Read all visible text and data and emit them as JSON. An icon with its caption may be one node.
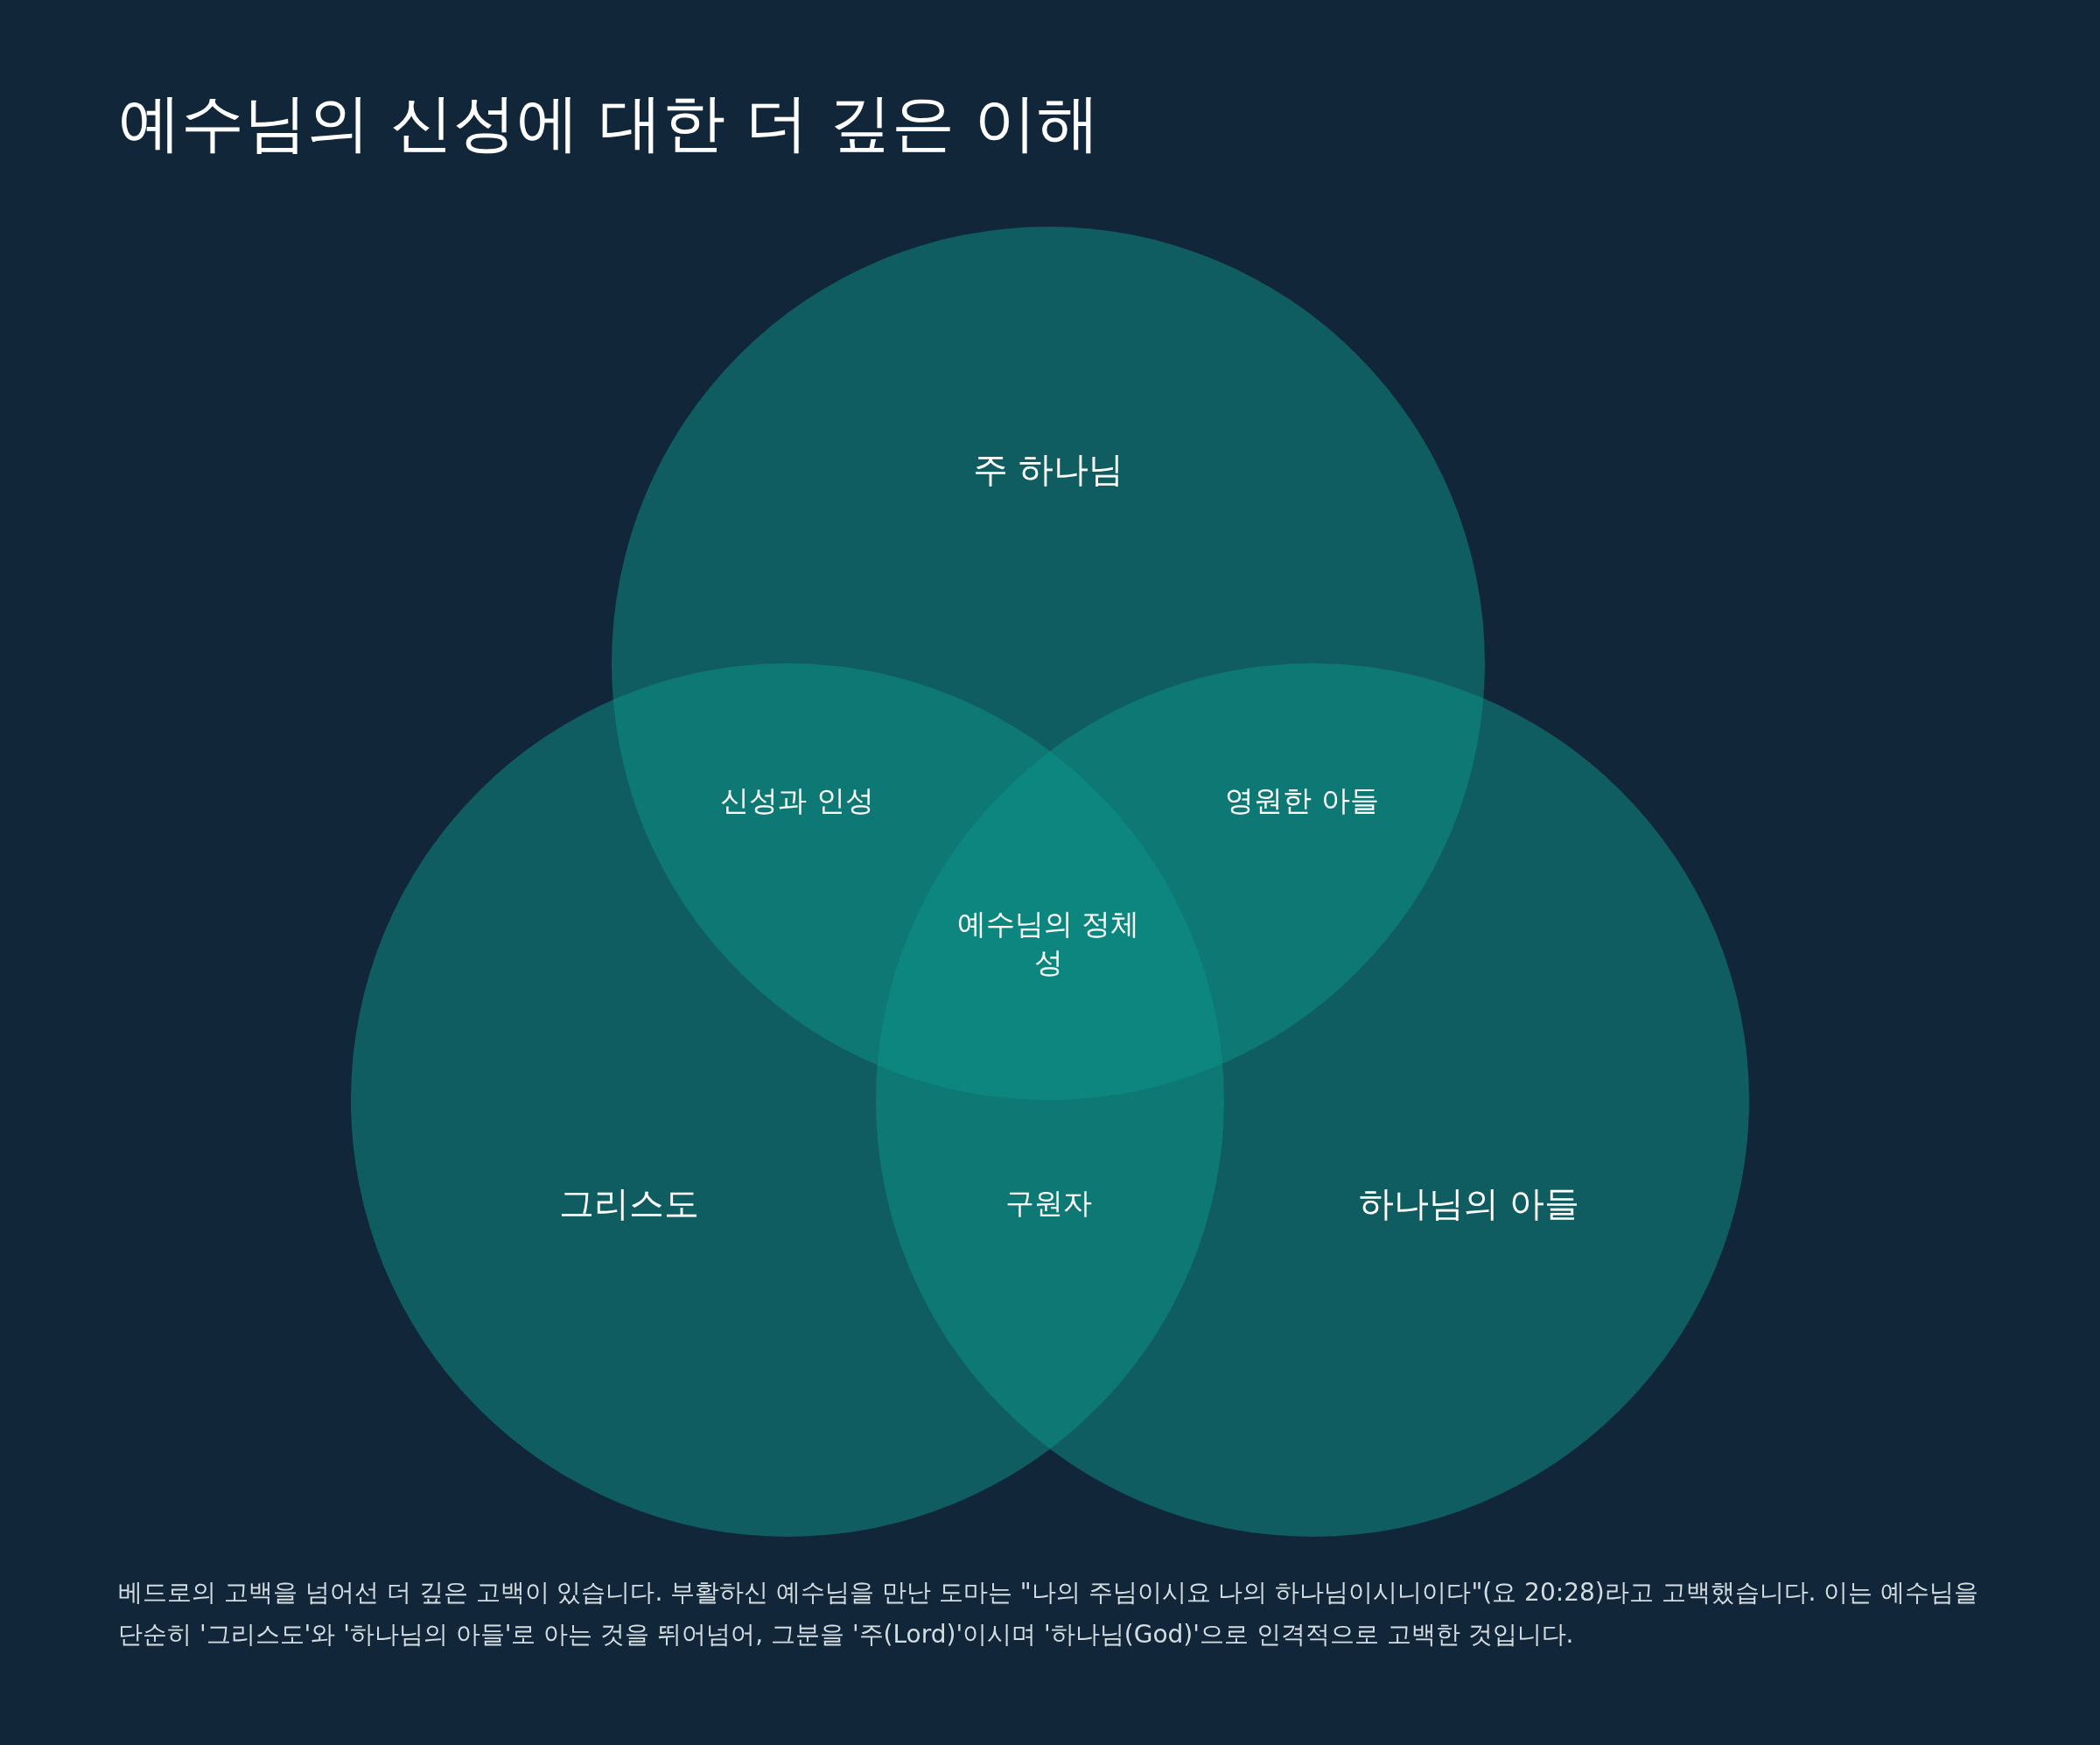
{
  "diagram": {
    "title": "예수님의 신성에 대한 더 깊은 이해",
    "caption": "베드로의 고백을 넘어선 더 깊은 고백이 있습니다. 부활하신 예수님을 만난 도마는 \"나의 주님이시요 나의 하나님이시니이다\"(요 20:28)라고 고백했습니다. 이는 예수님을 단순히 '그리스도'와 '하나님의 아들'로 아는 것을 뛰어넘어, 그분을 '주(Lord)'이시며 '하나님(God)'으로 인격적으로 고백한 것입니다.",
    "nodes": [
      {
        "text": [
          "주 하나님"
        ]
      },
      {
        "text": [
          "그리스도"
        ]
      },
      {
        "text": [
          "하나님의 아들"
        ]
      }
    ],
    "labels": [
      "신성과 인성",
      "영원한 아들",
      "예수님의 정체성",
      "구원자"
    ]
  }
}
